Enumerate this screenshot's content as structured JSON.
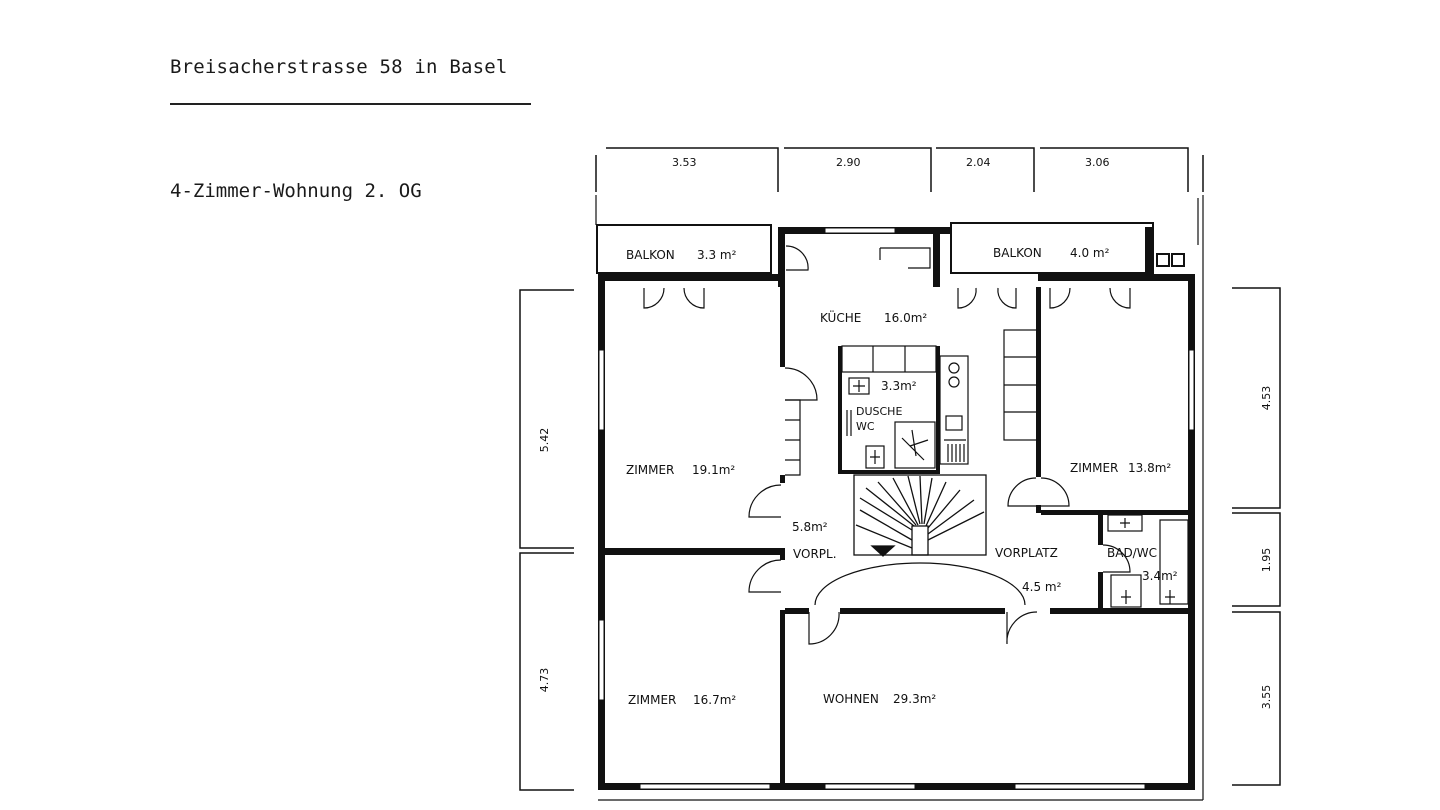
{
  "title": "Breisacherstrasse 58 in Basel",
  "subtitle": "4-Zimmer-Wohnung 2. OG",
  "dimensions": {
    "top": [
      "3.53",
      "2.90",
      "2.04",
      "3.06"
    ],
    "left": [
      "5.42",
      "4.73"
    ],
    "right": [
      "4.53",
      "1.95",
      "3.55"
    ]
  },
  "rooms": {
    "balkon_left": {
      "name": "BALKON",
      "area": "3.3 m²"
    },
    "balkon_right": {
      "name": "BALKON",
      "area": "4.0 m²"
    },
    "kueche": {
      "name": "KÜCHE",
      "area": "16.0m²"
    },
    "dusche_area": "3.3m²",
    "dusche_name": "DUSCHE",
    "dusche_wc": "WC",
    "zimmer_nw": {
      "name": "ZIMMER",
      "area": "19.1m²"
    },
    "zimmer_ne": {
      "name": "ZIMMER",
      "area": "13.8m²"
    },
    "zimmer_sw": {
      "name": "ZIMMER",
      "area": "16.7m²"
    },
    "wohnen": {
      "name": "WOHNEN",
      "area": "29.3m²"
    },
    "vorpl_area": "5.8m²",
    "vorpl_name": "VORPL.",
    "vorplatz": {
      "name": "VORPLATZ",
      "area": "4.5 m²"
    },
    "bad": {
      "name": "BAD/WC",
      "area": "3.4m²"
    }
  },
  "colors": {
    "ink": "#111111",
    "paper": "#ffffff"
  }
}
